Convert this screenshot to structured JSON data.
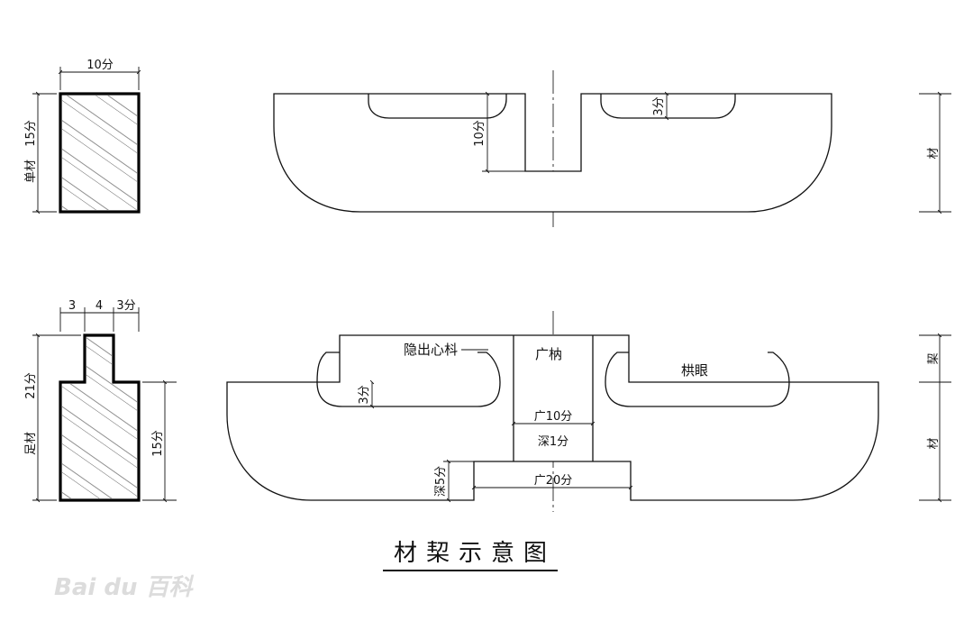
{
  "title": "材栔示意图",
  "watermark": "Bai du 百科",
  "dimensions": {
    "dan_width": "10分",
    "dan_height": "15分",
    "zu_w1": "3",
    "zu_w2": "4",
    "zu_w3": "3分",
    "zu_total": "21分",
    "zu_lower": "15分",
    "upper_depth": "10分",
    "upper_recess": "3分",
    "lower_recess": "3分",
    "guang10": "广10分",
    "shen1": "深1分",
    "guang20": "广20分",
    "shen5": "深5分"
  },
  "labels": {
    "dan_cai": "单材",
    "zu_cai": "足材",
    "cai_upper": "材",
    "qi": "栔",
    "cai_lower": "材",
    "yinchu": "隐出心枓",
    "guangmei": "广枘",
    "gongyan": "栱眼"
  }
}
